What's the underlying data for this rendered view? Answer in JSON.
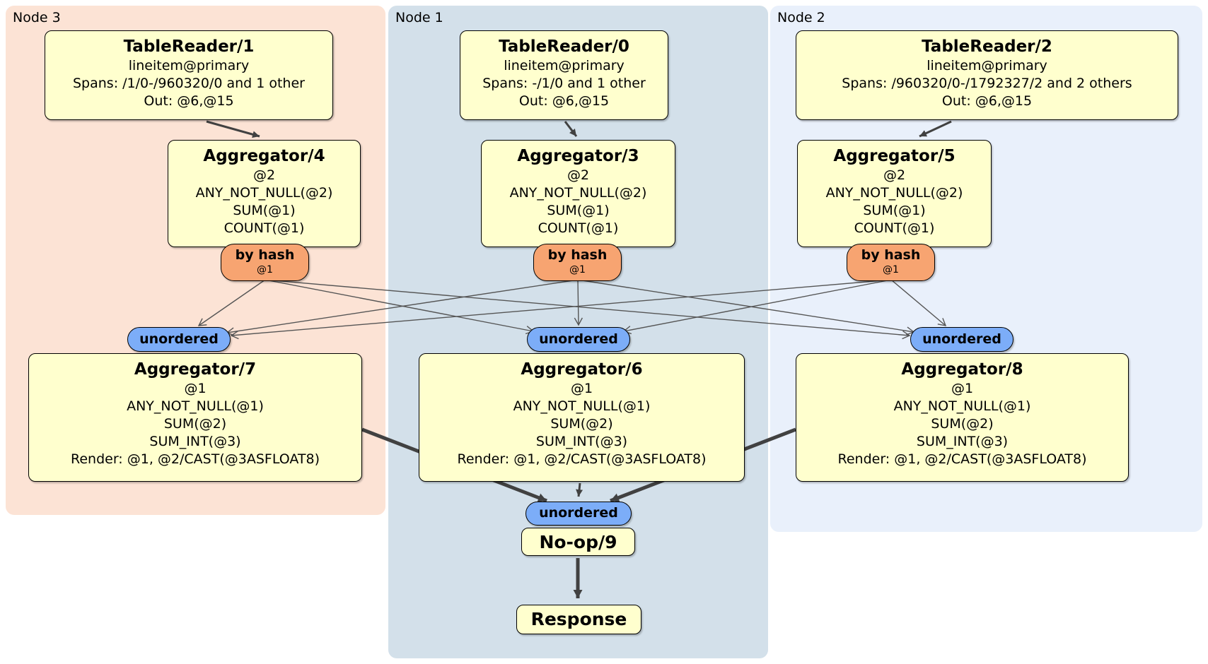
{
  "diagram": {
    "title_hint": "distributed query plan",
    "node_groups": [
      {
        "label": "Node 3"
      },
      {
        "label": "Node 1"
      },
      {
        "label": "Node 2"
      }
    ],
    "boxes": {
      "tr1": {
        "title": "TableReader/1",
        "lines": [
          "lineitem@primary",
          "Spans: /1/0-/960320/0 and 1 other",
          "Out: @6,@15"
        ]
      },
      "tr0": {
        "title": "TableReader/0",
        "lines": [
          "lineitem@primary",
          "Spans: -/1/0 and 1 other",
          "Out: @6,@15"
        ]
      },
      "tr2": {
        "title": "TableReader/2",
        "lines": [
          "lineitem@primary",
          "Spans: /960320/0-/1792327/2 and 2 others",
          "Out: @6,@15"
        ]
      },
      "agg4": {
        "title": "Aggregator/4",
        "lines": [
          "@2",
          "ANY_NOT_NULL(@2)",
          "SUM(@1)",
          "COUNT(@1)"
        ]
      },
      "agg3": {
        "title": "Aggregator/3",
        "lines": [
          "@2",
          "ANY_NOT_NULL(@2)",
          "SUM(@1)",
          "COUNT(@1)"
        ]
      },
      "agg5": {
        "title": "Aggregator/5",
        "lines": [
          "@2",
          "ANY_NOT_NULL(@2)",
          "SUM(@1)",
          "COUNT(@1)"
        ]
      },
      "agg7": {
        "title": "Aggregator/7",
        "lines": [
          "@1",
          "ANY_NOT_NULL(@1)",
          "SUM(@2)",
          "SUM_INT(@3)",
          "Render: @1, @2/CAST(@3ASFLOAT8)"
        ]
      },
      "agg6": {
        "title": "Aggregator/6",
        "lines": [
          "@1",
          "ANY_NOT_NULL(@1)",
          "SUM(@2)",
          "SUM_INT(@3)",
          "Render: @1, @2/CAST(@3ASFLOAT8)"
        ]
      },
      "agg8": {
        "title": "Aggregator/8",
        "lines": [
          "@1",
          "ANY_NOT_NULL(@1)",
          "SUM(@2)",
          "SUM_INT(@3)",
          "Render: @1, @2/CAST(@3ASFLOAT8)"
        ]
      },
      "noop": {
        "title": "No-op/9"
      },
      "response": {
        "title": "Response"
      }
    },
    "router": {
      "label": "by hash",
      "sublabel": "@1"
    },
    "sync": {
      "label": "unordered"
    },
    "colors": {
      "node3_bg": "#fce3d5",
      "node1_bg": "#d3e0ea",
      "node2_bg": "#e9f0fb",
      "processor_box": "#ffffce",
      "router_pill": "#f7a471",
      "sync_pill": "#7cadf8",
      "edge_thin": "#555555",
      "edge_thick": "#414141",
      "border": "#000000"
    }
  }
}
